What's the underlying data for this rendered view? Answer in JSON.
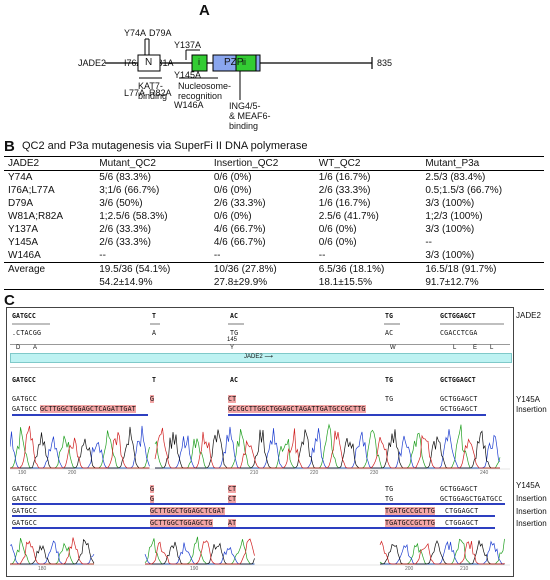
{
  "panelA": {
    "letter": "A",
    "protein": "JADE2",
    "end_residue": "835",
    "mut_group1": [
      "Y74A",
      "I76A",
      "L77A"
    ],
    "mut_group2": [
      "D79A",
      "W81A",
      "R82A"
    ],
    "mut_group3": [
      "Y137A",
      "Y145A",
      "W146A"
    ],
    "domains": {
      "n": "N",
      "i": "i",
      "pzp": "PZP",
      "ii": "ii"
    },
    "labels": {
      "kat7": "KAT7-\nbinding",
      "nucleosome": "Nucleosome-\nrecognition",
      "ing": "ING4/5-\n& MEAF6-\nbinding"
    },
    "colors": {
      "green": "#33cc33",
      "blue": "#8aa6ee"
    }
  },
  "panelB": {
    "letter": "B",
    "title": "QC2 and P3a mutagenesis via SuperFi II DNA polymerase",
    "headers": [
      "JADE2",
      "Mutant_QC2",
      "Insertion_QC2",
      "WT_QC2",
      "Mutant_P3a"
    ],
    "rows": [
      [
        "Y74A",
        "5/6 (83.3%)",
        "0/6 (0%)",
        "1/6 (16.7%)",
        "2.5/3 (83.4%)"
      ],
      [
        "I76A;L77A",
        "3;1/6 (66.7%)",
        "0/6 (0%)",
        "2/6 (33.3%)",
        "0.5;1.5/3 (66.7%)"
      ],
      [
        "D79A",
        "3/6 (50%)",
        "2/6 (33.3%)",
        "1/6 (16.7%)",
        "3/3 (100%)"
      ],
      [
        "W81A;R82A",
        "1;2.5/6 (58.3%)",
        "0/6 (0%)",
        "2.5/6 (41.7%)",
        "1;2/3 (100%)"
      ],
      [
        "Y137A",
        "2/6 (33.3%)",
        "4/6 (66.7%)",
        "0/6 (0%)",
        "3/3 (100%)"
      ],
      [
        "Y145A",
        "2/6 (33.3%)",
        "4/6 (66.7%)",
        "0/6 (0%)",
        "--"
      ],
      [
        "W146A",
        "--",
        "--",
        "--",
        "3/3 (100%)"
      ]
    ],
    "average_label": "Average",
    "average": [
      "19.5/36 (54.1%)",
      "10/36 (27.8%)",
      "6.5/36 (18.1%)",
      "16.5/18 (91.7%)"
    ],
    "average_sd": [
      "54.2±14.9%",
      "27.8±29.9%",
      "18.1±15.5%",
      "91.7±12.7%"
    ]
  },
  "panelC": {
    "letter": "C",
    "ref_label": "JADE2",
    "ref_top": [
      "GATGCC",
      "T",
      "AC",
      "TG",
      "GCTGGAGCT"
    ],
    "ref_bottom": [
      ".CTACGG",
      "A",
      "TG",
      "AC",
      "CGACCTCGA"
    ],
    "residue_number": "145",
    "aa_letters": [
      "D",
      "A",
      "Y",
      "W",
      "L",
      "E",
      "L"
    ],
    "feature_label": "JADE2",
    "consensus": [
      "GATGCC",
      "T",
      "AC",
      "TG",
      "GCTGGAGCT"
    ],
    "group1": {
      "rows": [
        {
          "label": "Y145A",
          "a": "GATGCC",
          "b": "G",
          "c": "CT",
          "d": "TG",
          "e": "GCTGGAGCT"
        },
        {
          "label": "Insertion",
          "a": "GATGCC",
          "ins1": "GCTTGGCTGGAGCTCAGATTGAT",
          "c": "GCCGCTTGGCTGGAGCTAGATTGATGCCGCTTG",
          "e": "GCTGGAGCT"
        }
      ],
      "ticks": [
        "190",
        "200",
        "210",
        "220",
        "230",
        "240"
      ]
    },
    "group2": {
      "rows": [
        {
          "label": "Y145A",
          "a": "GATGCC",
          "b": "G",
          "c": "CT",
          "d": "TG",
          "e": "GCTGGAGCT"
        },
        {
          "label": "Insertion",
          "a": "GATGCC",
          "b": "G",
          "c": "CT",
          "d": "TG",
          "e": "GCTGGAGCTGATGCC"
        },
        {
          "label": "Insertion",
          "a": "GATGCC",
          "m": "GCTTGGCTGGAGCTCGAT",
          "d": "TGATGCCGCTTG",
          "e": "CTGGAGCT"
        },
        {
          "label": "Insertion",
          "a": "GATGCC",
          "m": "GCTTGGCTGGAGCTG",
          "m2": "AT",
          "d": "TGATGCCGCTTG",
          "e": "CTGGAGCT"
        }
      ],
      "ticks": [
        "180",
        "190",
        "200",
        "210"
      ]
    }
  }
}
